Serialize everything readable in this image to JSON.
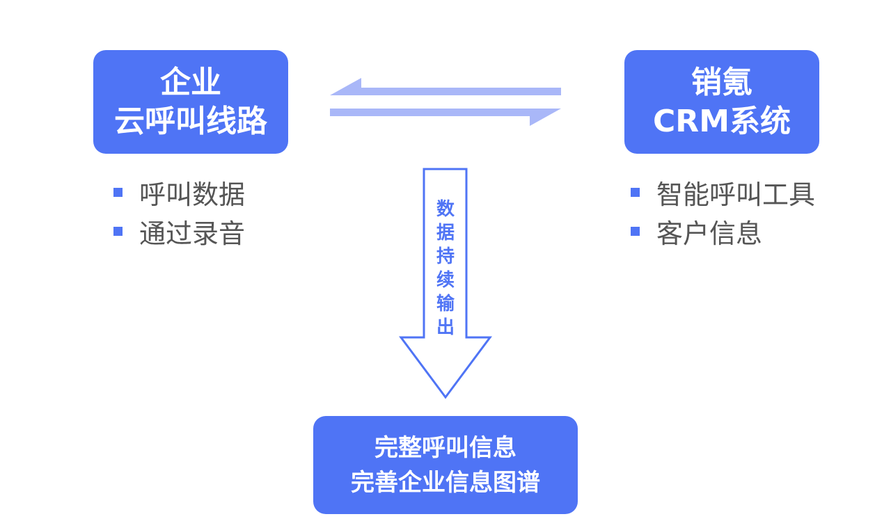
{
  "left_box": {
    "line1": "企业",
    "line2": "云呼叫线路"
  },
  "right_box": {
    "line1": "销氪",
    "line2": "CRM系统"
  },
  "bottom_box": {
    "line1": "完整呼叫信息",
    "line2": "完善企业信息图谱"
  },
  "left_list": [
    "呼叫数据",
    "通过录音"
  ],
  "right_list": [
    "智能呼叫工具",
    "客户信息"
  ],
  "down_arrow_label": [
    "数",
    "据",
    "持",
    "续",
    "输",
    "出"
  ],
  "colors": {
    "accent": "#4f74f5",
    "arrow_light": "#a9b7f8",
    "text_gray": "#555555"
  }
}
